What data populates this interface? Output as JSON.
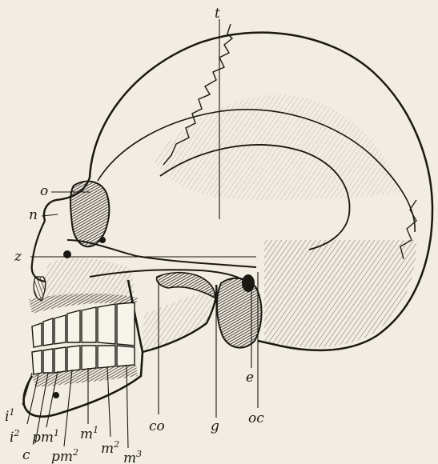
{
  "figure": {
    "ink_color": "#1b1712",
    "paper_color": "#f1ede3",
    "labels": {
      "t": "t",
      "o": "o",
      "n": "n",
      "z": "z",
      "e": "e",
      "oc": "oc",
      "g": "g",
      "co": "co",
      "i1": "i",
      "i1_sup": "1",
      "i2": "i",
      "i2_sup": "2",
      "c": "c",
      "pm1": "pm",
      "pm1_sup": "1",
      "pm2": "pm",
      "pm2_sup": "2",
      "m1": "m",
      "m1_sup": "1",
      "m2": "m",
      "m2_sup": "2",
      "m3": "m",
      "m3_sup": "3"
    }
  }
}
